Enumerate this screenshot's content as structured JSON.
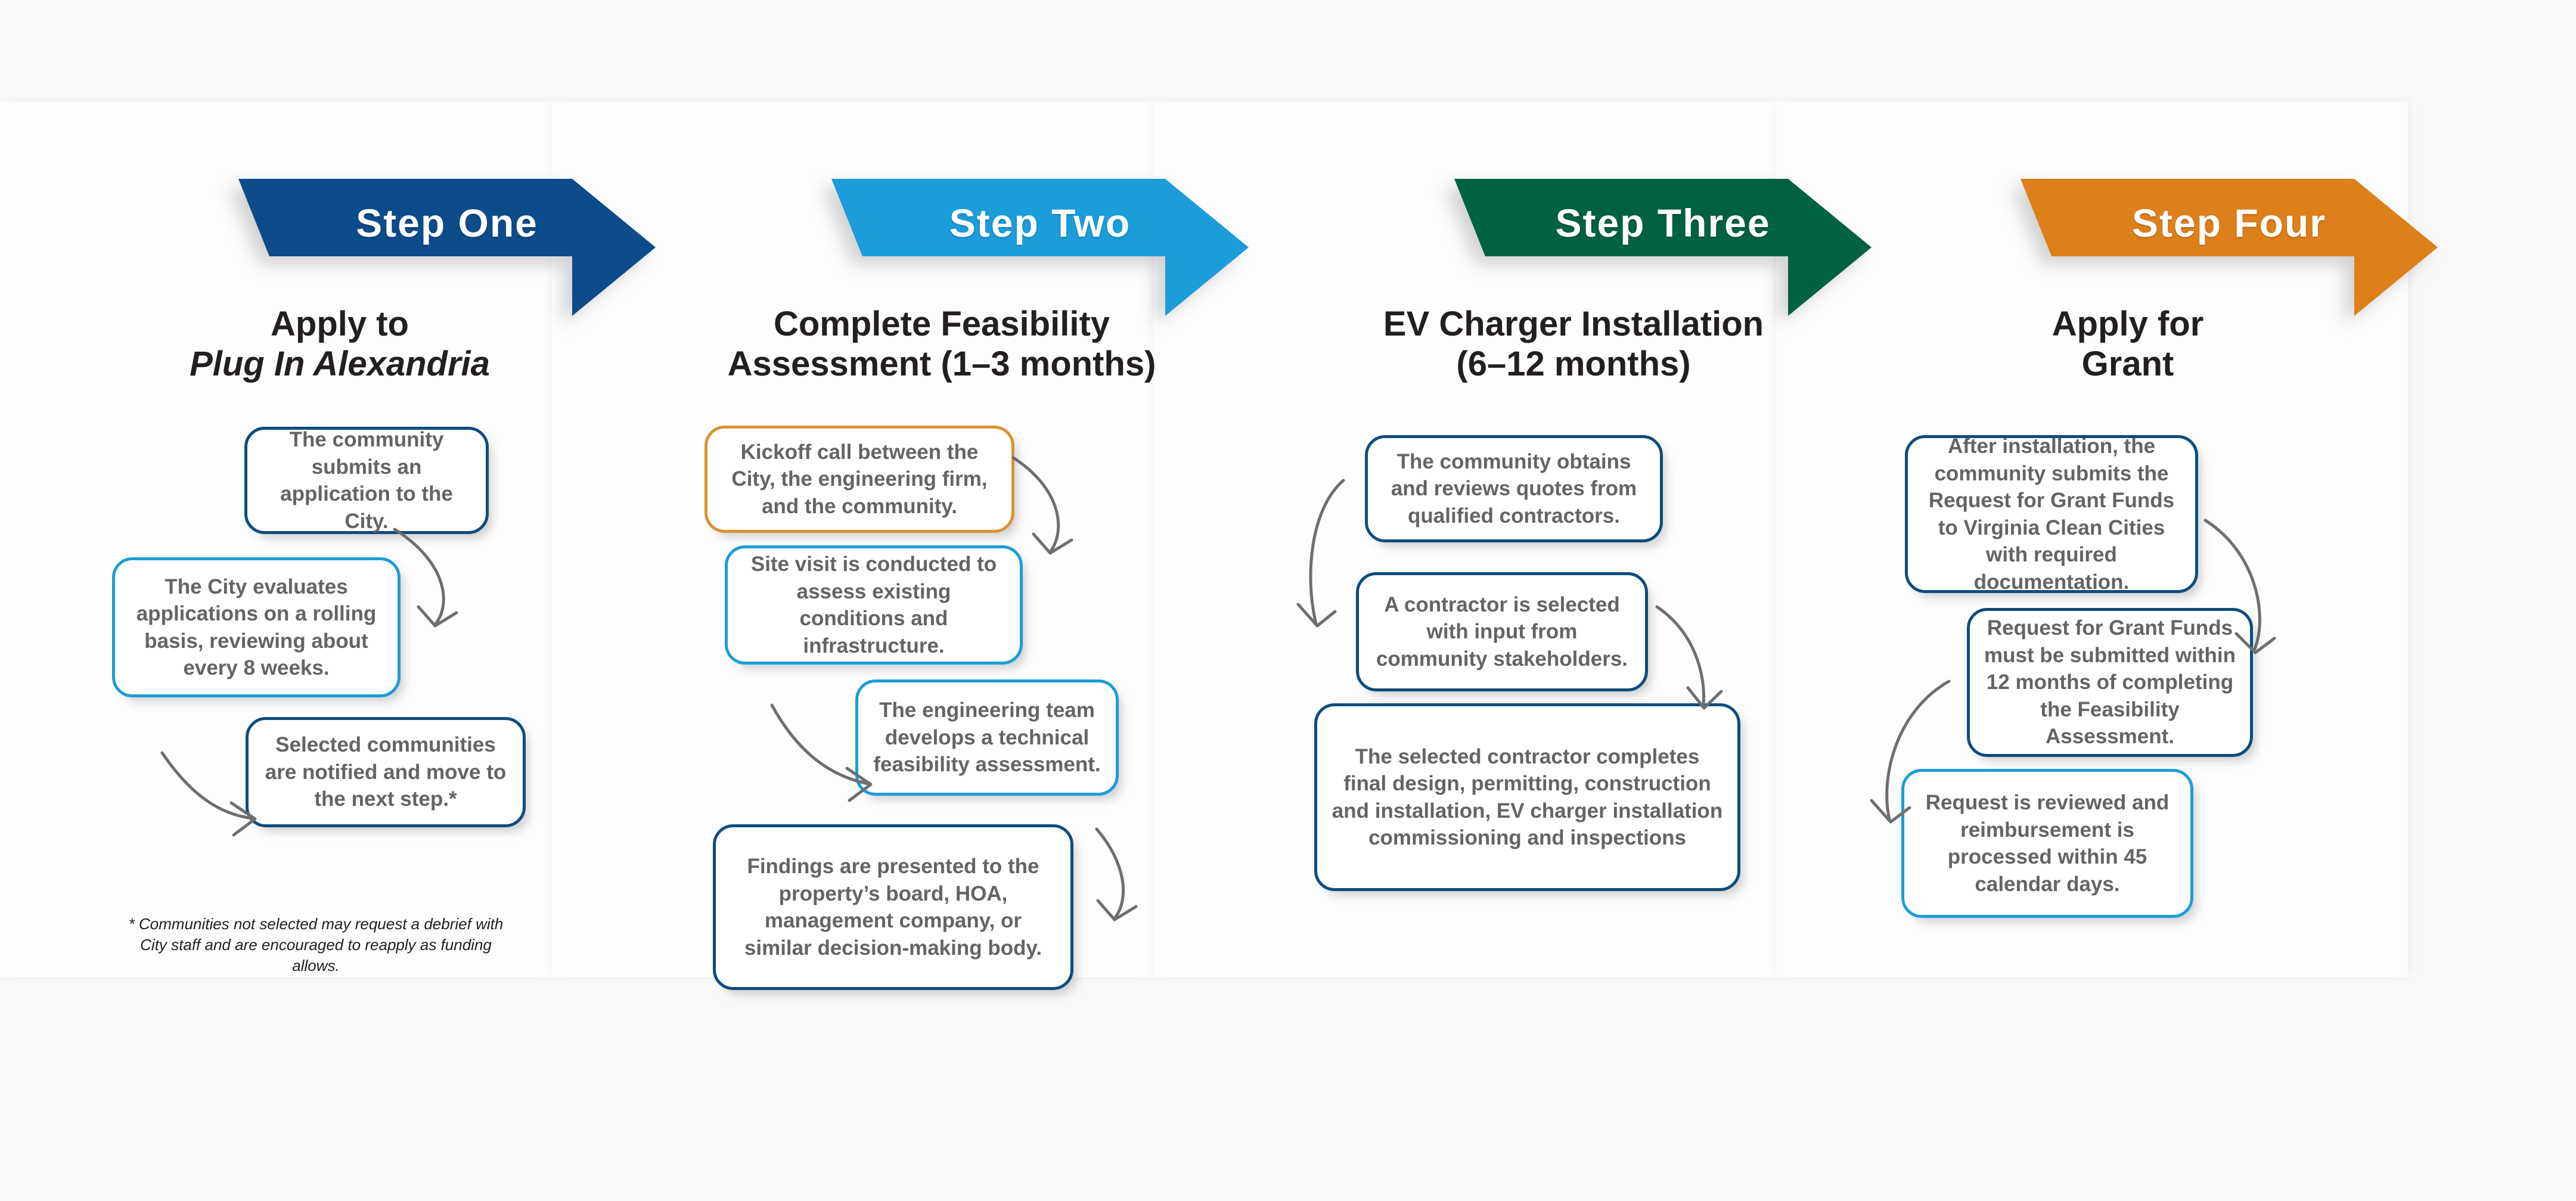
{
  "background_color": "#f9f9fa",
  "columns": [
    {
      "id": "step-one",
      "banner_label": "Step One",
      "banner_color": "#0e4c8a",
      "title_line1": "Apply to",
      "title_line2": "Plug In Alexandria",
      "title_line2_italic": true,
      "boxes": [
        {
          "text": "The community submits an application to the City.",
          "border": "dark"
        },
        {
          "text": "The City evaluates applications on a rolling basis, reviewing about every 8 weeks.",
          "border": "light"
        },
        {
          "text": "Selected communities are notified and move to the next step.*",
          "border": "dark"
        }
      ],
      "footnote": "* Communities not selected may request a debrief with City staff and are encouraged to reapply as funding allows."
    },
    {
      "id": "step-two",
      "banner_label": "Step  Two",
      "banner_color": "#1b9dd9",
      "title_line1": "Complete Feasibility",
      "title_line2": "Assessment  (1–3 months)",
      "title_line2_italic": false,
      "boxes": [
        {
          "text": "Kickoff call between the City, the engineering firm, and the community.",
          "border": "gold"
        },
        {
          "text": "Site visit is conducted to assess existing conditions and infrastructure.",
          "border": "light"
        },
        {
          "text": "The engineering team develops a technical feasibility assessment.",
          "border": "light"
        },
        {
          "text": "Findings are presented to the property’s board, HOA, management company, or similar decision-making body.",
          "border": "dark"
        }
      ],
      "footnote": ""
    },
    {
      "id": "step-three",
      "banner_label": "Step Three",
      "banner_color": "#006241",
      "title_line1": "EV Charger Installation",
      "title_line2": "(6–12 months)",
      "title_line2_italic": false,
      "boxes": [
        {
          "text": "The community obtains and reviews quotes from qualified contractors.",
          "border": "dark"
        },
        {
          "text": "A contractor is selected with input from community stakeholders.",
          "border": "dark"
        },
        {
          "text": "The selected contractor completes final design, permitting, construction and installation, EV charger installation commissioning and inspections",
          "border": "dark"
        }
      ],
      "footnote": ""
    },
    {
      "id": "step-four",
      "banner_label": "Step  Four",
      "banner_color": "#dd801e",
      "title_line1": "Apply for",
      "title_line2": "Grant",
      "title_line2_italic": false,
      "boxes": [
        {
          "text": "After installation, the community submits the Request for Grant Funds to Virginia Clean Cities with required documentation.",
          "border": "dark"
        },
        {
          "text": "Request for Grant Funds must be submitted within 12 months of completing the Feasibility Assessment.",
          "border": "dark"
        },
        {
          "text": "Request is reviewed and reimbursement is processed  within 45 calendar days.",
          "border": "light"
        }
      ],
      "footnote": ""
    }
  ],
  "palette": {
    "dark_blue": "#0e4c7e",
    "light_blue": "#1b9dd9",
    "gold": "#d99330",
    "green": "#006241",
    "orange": "#dd801e",
    "body_text": "#636466",
    "title_text": "#231f20",
    "arrow": "#6d6e71"
  }
}
